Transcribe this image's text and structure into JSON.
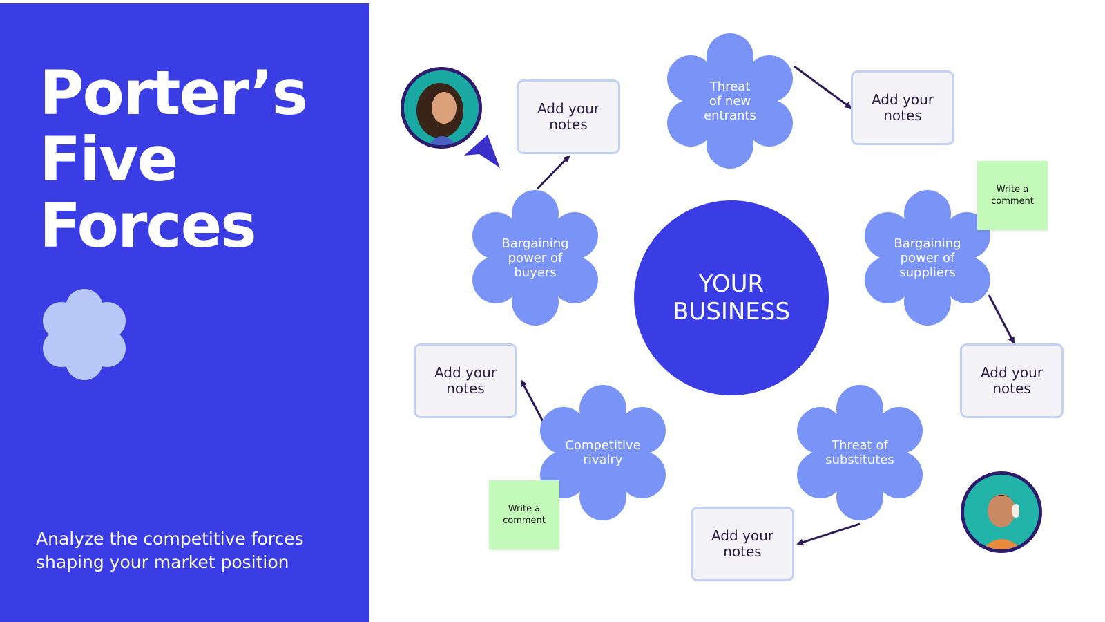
{
  "title_lines": [
    "Porter’s",
    "Five",
    "Forces"
  ],
  "subtitle_lines": [
    "Analyze the competitive forces",
    "shaping your market position"
  ],
  "center": {
    "label": "YOUR\nBUSINESS"
  },
  "forces": {
    "new_entrants": "Threat\nof new\nentrants",
    "buyers": "Bargaining\npower of\nbuyers",
    "suppliers": "Bargaining\npower of\nsuppliers",
    "rivalry": "Competitive\nrivalry",
    "substitutes": "Threat of\nsubstitutes"
  },
  "notes": {
    "buyers": "Add your\nnotes",
    "new_entrants": "Add your\nnotes",
    "suppliers": "Add your\nnotes",
    "rivalry": "Add your\nnotes",
    "substitutes": "Add your\nnotes"
  },
  "stickies": {
    "suppliers": "Write a\ncomment",
    "rivalry": "Write a\ncomment"
  },
  "colors": {
    "panel": "#3a3de3",
    "petal": "#7a93f7",
    "deco_petal": "#b6c7f8",
    "note_border": "#c3d1f6",
    "sticky": "#c3f9b9",
    "arrow": "#2e1b55"
  },
  "icons": {
    "avatar_top": "avatar-woman-curly-hair",
    "avatar_bottom": "avatar-man-headphones",
    "cursor": "pointer-arrow-icon"
  }
}
